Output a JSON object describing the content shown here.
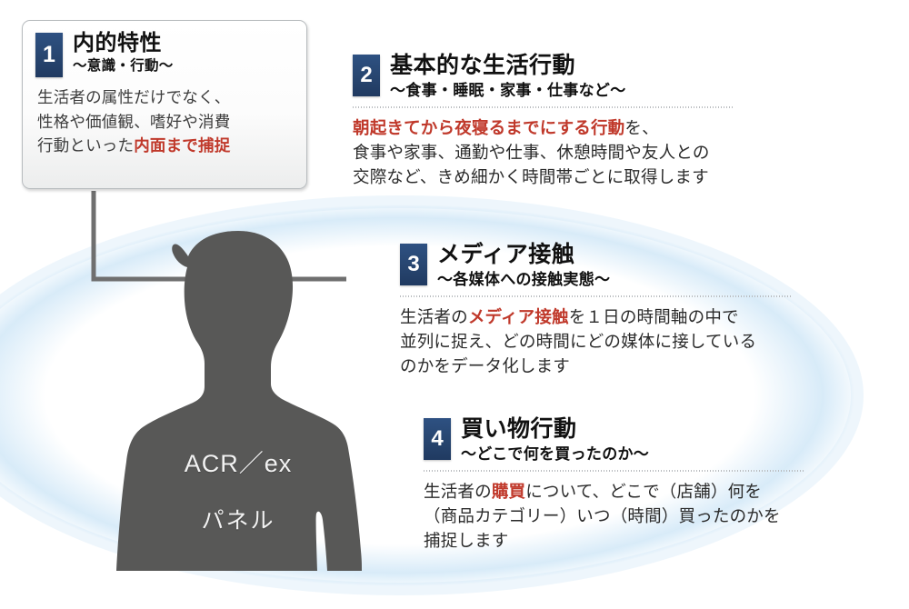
{
  "panel": {
    "label_en": "ACR／ex",
    "label_ja": "パネル"
  },
  "colors": {
    "badge_blue": "#27456f",
    "highlight_red": "#c0392b",
    "silhouette_gray": "#585857",
    "ellipse_blue": "#d6eaf8"
  },
  "box1": {
    "number": "1",
    "title": "内的特性",
    "subtitle": "〜意識・行動〜",
    "body_pre": "生活者の属性だけでなく、\n性格や価値観、嗜好や消費\n行動といった",
    "body_highlight": "内面まで捕捉"
  },
  "sections": [
    {
      "id": "sec2",
      "number": "2",
      "title": "基本的な生活行動",
      "subtitle": "〜食事・睡眠・家事・仕事など〜",
      "body_highlight": "朝起きてから夜寝るまでにする行動",
      "body_post": "を、\n食事や家事、通勤や仕事、休憩時間や友人との\n交際など、きめ細かく時間帯ごとに取得します"
    },
    {
      "id": "sec3",
      "number": "3",
      "title": "メディア接触",
      "subtitle": "〜各媒体への接触実態〜",
      "body_pre": "生活者の",
      "body_highlight": "メディア接触",
      "body_post": "を１日の時間軸の中で\n並列に捉え、どの時間にどの媒体に接している\nのかをデータ化します"
    },
    {
      "id": "sec4",
      "number": "4",
      "title": "買い物行動",
      "subtitle": "〜どこで何を買ったのか〜",
      "body_pre": "生活者の",
      "body_highlight": "購買",
      "body_post": "について、どこで（店舗）何を\n（商品カテゴリー）いつ（時間）買ったのかを\n捕捉します"
    }
  ]
}
